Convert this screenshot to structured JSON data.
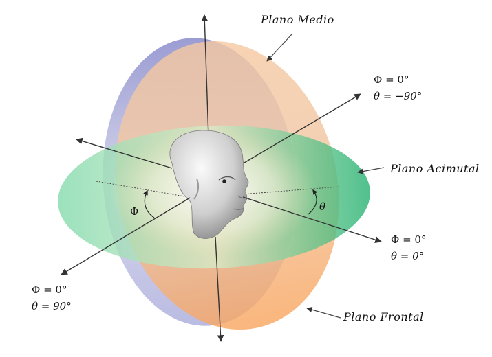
{
  "planes": {
    "medio": "Plano Medio",
    "acimutal": "Plano Acimutal",
    "frontal": "Plano Frontal"
  },
  "coords": {
    "top_right": {
      "phi": "Φ = 0°",
      "theta": "θ = −90°"
    },
    "bottom_right": {
      "phi": "Φ = 0°",
      "theta": "θ = 0°"
    },
    "bottom_left": {
      "phi": "Φ = 0°",
      "theta": "θ = 90°"
    }
  },
  "angles": {
    "phi": "Φ",
    "theta": "θ"
  },
  "colors": {
    "acimutal": "#2fb878",
    "frontal": "#f7a86a",
    "medio": "#8e90cf",
    "axis": "#333333"
  }
}
